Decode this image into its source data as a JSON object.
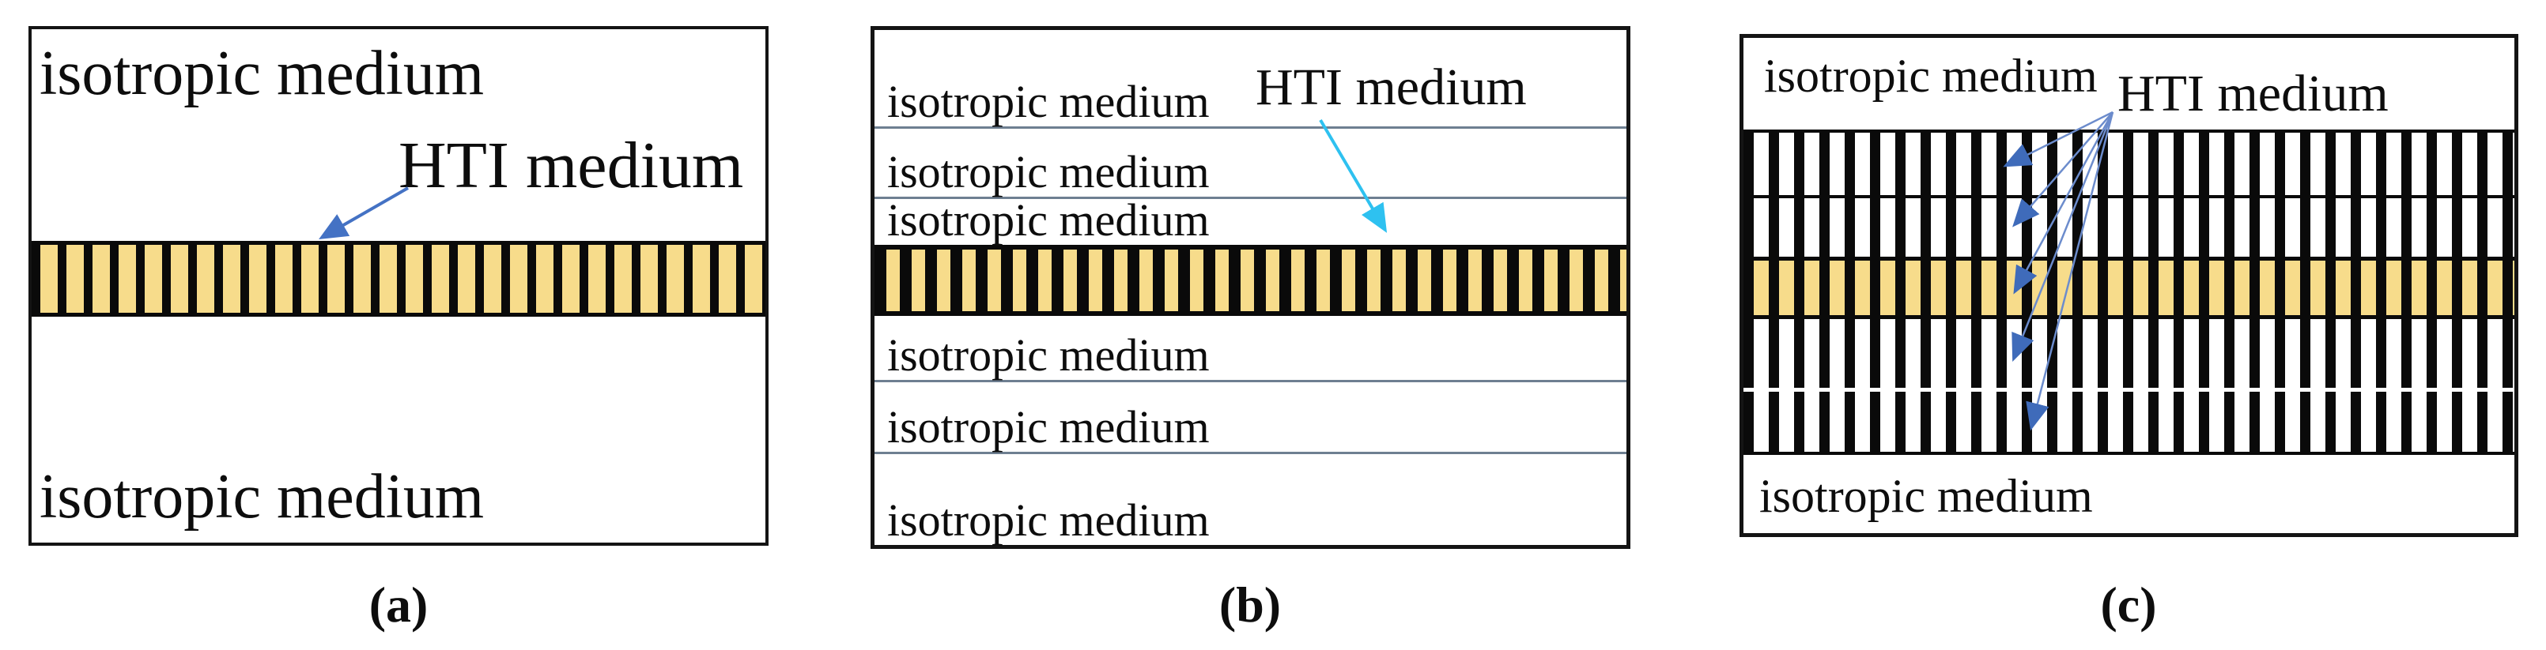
{
  "figure": {
    "panel_a": {
      "top_label": "isotropic medium",
      "hti_label": "HTI medium",
      "bottom_label": "isotropic medium",
      "caption": "(a)"
    },
    "panel_b": {
      "hti_label": "HTI medium",
      "layers": [
        "isotropic medium",
        "isotropic medium",
        "isotropic medium",
        "isotropic medium",
        "isotropic medium",
        "isotropic medium"
      ],
      "caption": "(b)"
    },
    "panel_c": {
      "top_label": "isotropic medium",
      "hti_label": "HTI medium",
      "bottom_label": "isotropic medium",
      "caption": "(c)"
    },
    "colors": {
      "hti_fill_yellow": "#F7DC8B",
      "stripe_black": "#0a0a0a",
      "arrow_blue_a": "#4472C4",
      "arrow_cyan_b": "#2EC1F0",
      "arrow_fan_line_c": "#6C8CCC",
      "arrow_fan_head_c": "#3F6BBA",
      "layer_separator_gray": "#6e7f91"
    }
  }
}
